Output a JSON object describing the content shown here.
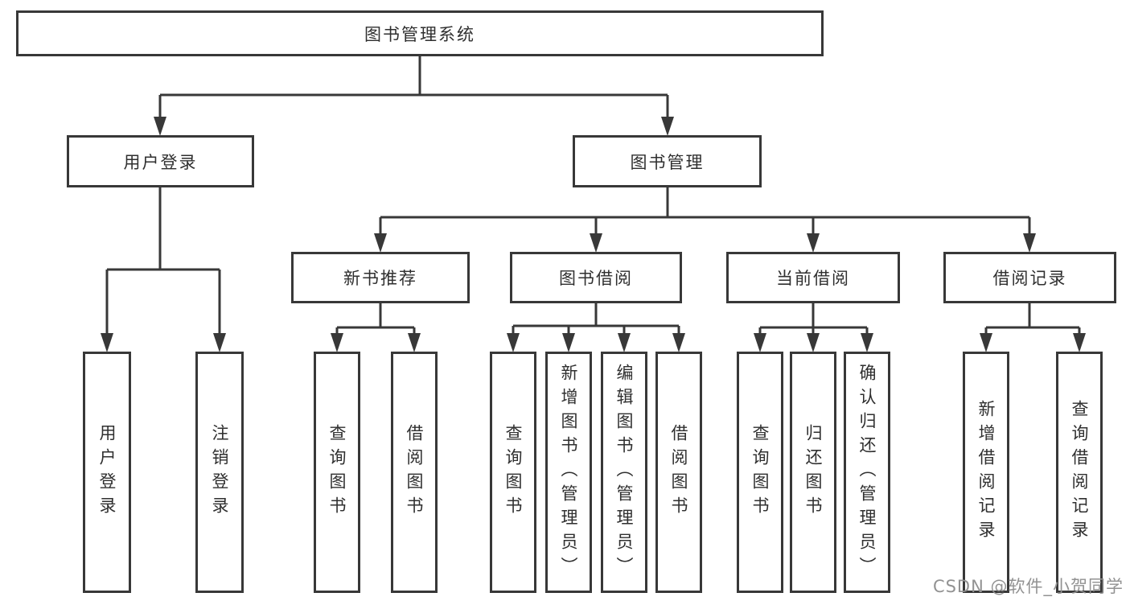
{
  "tree": {
    "root": "图书管理系统",
    "children": [
      {
        "label": "用户登录",
        "children": [
          {
            "label": "用户登录"
          },
          {
            "label": "注销登录"
          }
        ]
      },
      {
        "label": "图书管理",
        "children": [
          {
            "label": "新书推荐",
            "children": [
              {
                "label": "查询图书"
              },
              {
                "label": "借阅图书"
              }
            ]
          },
          {
            "label": "图书借阅",
            "children": [
              {
                "label": "查询图书"
              },
              {
                "label": "新增图书（管理员）"
              },
              {
                "label": "编辑图书（管理员）"
              },
              {
                "label": "借阅图书"
              }
            ]
          },
          {
            "label": "当前借阅",
            "children": [
              {
                "label": "查询图书"
              },
              {
                "label": "归还图书"
              },
              {
                "label": "确认归还（管理员）"
              }
            ]
          },
          {
            "label": "借阅记录",
            "children": [
              {
                "label": "新增借阅记录"
              },
              {
                "label": "查询借阅记录"
              }
            ]
          }
        ]
      }
    ]
  },
  "watermark": {
    "text": "CSDN @软件_小贺同学"
  },
  "colors": {
    "line": "#383838",
    "box_border": "#383838",
    "text": "#2f2f2f",
    "background": "#ffffff",
    "watermark": "#929292"
  }
}
